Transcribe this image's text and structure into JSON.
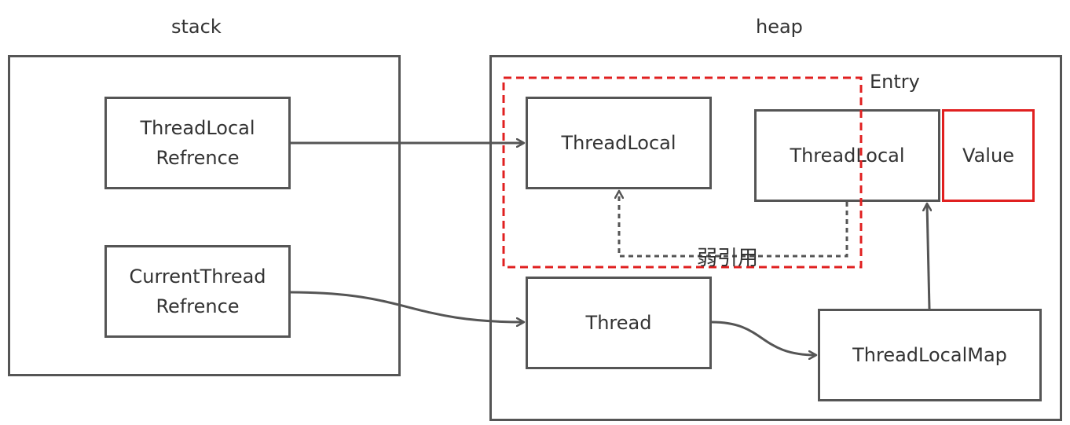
{
  "stack": {
    "title": "stack"
  },
  "heap": {
    "title": "heap"
  },
  "entry": {
    "label": "Entry"
  },
  "nodes": {
    "threadlocal_ref": {
      "line1": "ThreadLocal",
      "line2": "Refrence"
    },
    "currentthread_ref": {
      "line1": "CurrentThread",
      "line2": "Refrence"
    },
    "threadlocal_obj": {
      "label": "ThreadLocal"
    },
    "entry_key": {
      "label": "ThreadLocal"
    },
    "entry_value": {
      "label": "Value"
    },
    "thread": {
      "label": "Thread"
    },
    "threadlocalmap": {
      "label": "ThreadLocalMap"
    }
  },
  "weak_reference": {
    "label": "弱引用"
  },
  "colors": {
    "stroke": "#555555",
    "entry_border": "#e02020",
    "value_border": "#e02020"
  }
}
